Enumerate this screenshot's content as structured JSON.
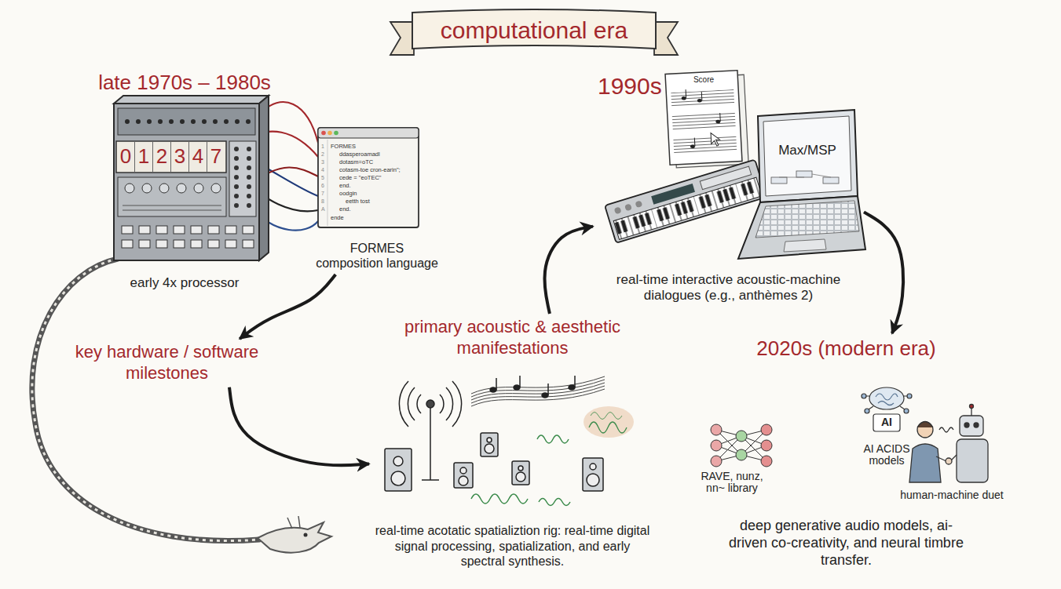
{
  "diagram": {
    "title": "computational era",
    "nodes": [
      {
        "text": [
          "late 1970s – 1980s",
          "early 4x processor"
        ]
      },
      {
        "text": [
          "FORMES composition language"
        ]
      },
      {
        "text": [
          "key hardware / software milestones"
        ]
      },
      {
        "text": [
          "primary acoustic & aesthetic manifestations",
          "real-time acotatic spatializtion rig: real-time digital signal processing, spatialization, and early spectral synthesis."
        ]
      },
      {
        "text": [
          "1990s",
          "real-time interactive acoustic-machine dialogues (e.g., anthèmes 2)"
        ]
      },
      {
        "text": [
          "2020s (modern era)",
          "deep generative audio models, ai-driven co-creativity, and neural timbre transfer."
        ]
      }
    ],
    "edges": [
      {
        "from": 1,
        "to": 2,
        "arrow": "to"
      },
      {
        "from": 2,
        "to": 3,
        "arrow": "to"
      },
      {
        "from": 3,
        "to": 4,
        "arrow": "to"
      },
      {
        "from": 4,
        "to": 5,
        "arrow": "to"
      }
    ],
    "labels": [
      "0",
      "1",
      "2",
      "3",
      "4",
      "7",
      "1",
      "2",
      "3",
      "4",
      "5",
      "6",
      "7",
      "8",
      "A",
      "FORMES",
      "ddasperoamadl",
      "dotasm=oTC",
      "cotasm-toe cron-earin\";",
      "cede = \"eoTEC\"",
      "end.",
      "oodgin",
      "eetth tost",
      "end.",
      "ende",
      "Score",
      "Max/MSP",
      "RAVE, nunz, nn~ library",
      "AI",
      "AI ACIDS models",
      "human-machine duet"
    ]
  }
}
